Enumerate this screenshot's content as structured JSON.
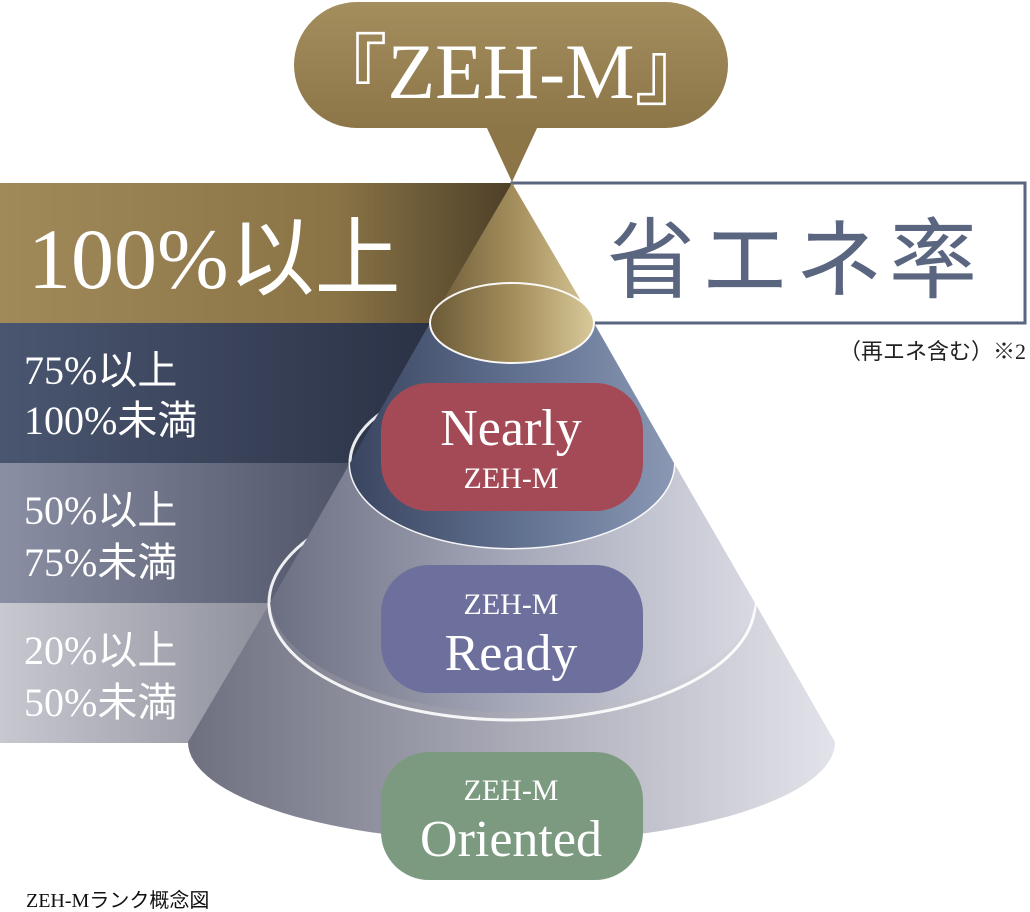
{
  "top_bubble": {
    "label": "『ZEH-M』"
  },
  "rate_box": {
    "label": "省エネ率",
    "note": "（再エネ含む）※2"
  },
  "tiers": [
    {
      "line1": "100%以上",
      "line2": ""
    },
    {
      "line1": "75%以上",
      "line2": "100%未満"
    },
    {
      "line1": "50%以上",
      "line2": "75%未満"
    },
    {
      "line1": "20%以上",
      "line2": "50%未満"
    }
  ],
  "badges": {
    "nearly": {
      "line1": "Nearly",
      "line2": "ZEH-M",
      "color": "#a34a56"
    },
    "ready": {
      "line1": "ZEH-M",
      "line2": "Ready",
      "color": "#6d6f9c"
    },
    "oriented": {
      "line1": "ZEH-M",
      "line2": "Oriented",
      "color": "#7c9a80"
    }
  },
  "caption": "ZEH-Mランク概念図",
  "colors": {
    "gold": "#9c8555",
    "navy": "#3e4a63",
    "slate": "#7d8398",
    "silver": "#b4b6c0",
    "box_border": "#5a6680"
  }
}
